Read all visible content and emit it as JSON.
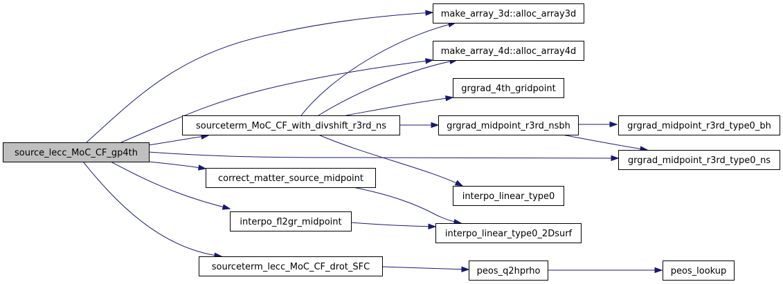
{
  "nodes": [
    {
      "id": "source_lecc",
      "label": "source_lecc_MoC_CF_gp4th",
      "root": true
    },
    {
      "id": "alloc3d",
      "label": "make_array_3d::alloc_array3d"
    },
    {
      "id": "alloc4d",
      "label": "make_array_4d::alloc_array4d"
    },
    {
      "id": "grgrad4th",
      "label": "grgrad_4th_gridpoint"
    },
    {
      "id": "sourceterm_divshift",
      "label": "sourceterm_MoC_CF_with_divshift_r3rd_ns"
    },
    {
      "id": "grgrad_nsbh",
      "label": "grgrad_midpoint_r3rd_nsbh"
    },
    {
      "id": "grgrad_bh",
      "label": "grgrad_midpoint_r3rd_type0_bh"
    },
    {
      "id": "grgrad_ns",
      "label": "grgrad_midpoint_r3rd_type0_ns"
    },
    {
      "id": "correct_matter",
      "label": "correct_matter_source_midpoint"
    },
    {
      "id": "interpo_type0",
      "label": "interpo_linear_type0"
    },
    {
      "id": "interpo_fl2gr",
      "label": "interpo_fl2gr_midpoint"
    },
    {
      "id": "interpo_2dsurf",
      "label": "interpo_linear_type0_2Dsurf"
    },
    {
      "id": "sourceterm_drot",
      "label": "sourceterm_lecc_MoC_CF_drot_SFC"
    },
    {
      "id": "peos_q2hprho",
      "label": "peos_q2hprho"
    },
    {
      "id": "peos_lookup",
      "label": "peos_lookup"
    }
  ],
  "edges": [
    [
      "source_lecc",
      "alloc3d"
    ],
    [
      "source_lecc",
      "alloc4d"
    ],
    [
      "source_lecc",
      "sourceterm_divshift"
    ],
    [
      "source_lecc",
      "grgrad_ns"
    ],
    [
      "source_lecc",
      "correct_matter"
    ],
    [
      "source_lecc",
      "interpo_fl2gr"
    ],
    [
      "source_lecc",
      "sourceterm_drot"
    ],
    [
      "sourceterm_divshift",
      "alloc3d"
    ],
    [
      "sourceterm_divshift",
      "alloc4d"
    ],
    [
      "sourceterm_divshift",
      "grgrad4th"
    ],
    [
      "sourceterm_divshift",
      "grgrad_nsbh"
    ],
    [
      "sourceterm_divshift",
      "interpo_type0"
    ],
    [
      "grgrad_nsbh",
      "grgrad_bh"
    ],
    [
      "grgrad_nsbh",
      "grgrad_ns"
    ],
    [
      "correct_matter",
      "interpo_2dsurf"
    ],
    [
      "interpo_fl2gr",
      "interpo_2dsurf"
    ],
    [
      "sourceterm_drot",
      "peos_q2hprho"
    ],
    [
      "peos_q2hprho",
      "peos_lookup"
    ]
  ]
}
